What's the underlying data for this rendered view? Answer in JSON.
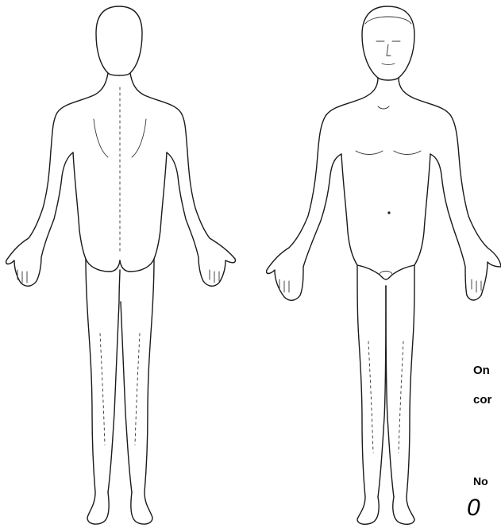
{
  "figures": {
    "back": {
      "view": "back-view-body-outline"
    },
    "front": {
      "view": "front-view-body-outline"
    }
  },
  "text": {
    "line1": "On",
    "line2": "cor",
    "line3": "No",
    "digit": "0"
  }
}
